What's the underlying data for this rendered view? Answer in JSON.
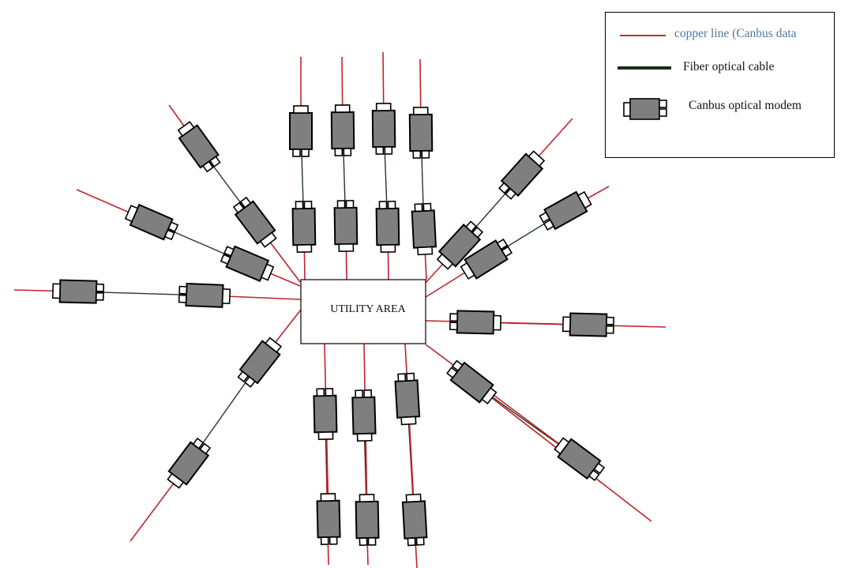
{
  "title": "Canbus optical modem network topology",
  "utility_area": {
    "label": "UTILITY AREA"
  },
  "legend": {
    "items": [
      {
        "kind": "line",
        "style": "copper",
        "label": "copper line (Canbus data",
        "color": "#c0242c"
      },
      {
        "kind": "line",
        "style": "fiber",
        "label": "Fiber optical cable",
        "color": "#153015"
      },
      {
        "kind": "symbol",
        "style": "modem",
        "label": "Canbus optical modem",
        "color": "#7f7f7f"
      }
    ]
  },
  "colors": {
    "copper": "#c0242c",
    "fiber": "#1f3a1f",
    "modem_fill": "#7f7f7f",
    "outline": "#000000",
    "legend_copper_text": "#4a7aa0"
  },
  "links": [
    {
      "id": "top-1",
      "direction": "top",
      "modems": 2,
      "fiber": true,
      "copper_segments": 2
    },
    {
      "id": "top-2",
      "direction": "top",
      "modems": 2,
      "fiber": true,
      "copper_segments": 2
    },
    {
      "id": "top-3",
      "direction": "top",
      "modems": 2,
      "fiber": true,
      "copper_segments": 2
    },
    {
      "id": "top-4",
      "direction": "top",
      "modems": 2,
      "fiber": true,
      "copper_segments": 2
    },
    {
      "id": "upper-left-1",
      "direction": "upper-left",
      "modems": 2,
      "fiber": true,
      "copper_segments": 2
    },
    {
      "id": "upper-left-2",
      "direction": "upper-left",
      "modems": 2,
      "fiber": true,
      "copper_segments": 2
    },
    {
      "id": "left",
      "direction": "left",
      "modems": 2,
      "fiber": true,
      "copper_segments": 2
    },
    {
      "id": "lower-left",
      "direction": "lower-left",
      "modems": 2,
      "fiber": true,
      "copper_segments": 2
    },
    {
      "id": "bottom-1",
      "direction": "bottom",
      "modems": 2,
      "fiber": true,
      "copper_segments": 2
    },
    {
      "id": "bottom-2",
      "direction": "bottom",
      "modems": 2,
      "fiber": true,
      "copper_segments": 2
    },
    {
      "id": "bottom-3",
      "direction": "bottom",
      "modems": 2,
      "fiber": true,
      "copper_segments": 2
    },
    {
      "id": "lower-right",
      "direction": "lower-right",
      "modems": 2,
      "fiber": true,
      "copper_segments": 2
    },
    {
      "id": "right",
      "direction": "right",
      "modems": 2,
      "fiber": true,
      "copper_segments": 2
    },
    {
      "id": "upper-right-1",
      "direction": "upper-right",
      "modems": 2,
      "fiber": true,
      "copper_segments": 2
    },
    {
      "id": "upper-right-2",
      "direction": "upper-right",
      "modems": 2,
      "fiber": true,
      "copper_segments": 2
    }
  ]
}
